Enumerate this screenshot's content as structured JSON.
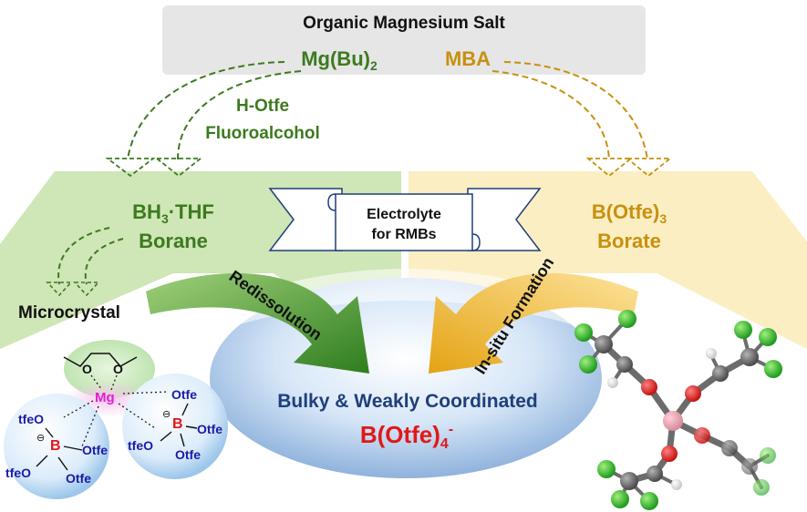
{
  "header": {
    "title": "Organic Magnesium Salt",
    "reagent_left": "Mg(Bu)",
    "reagent_left_sub": "2",
    "reagent_right": "MBA"
  },
  "reagent_note": {
    "line1": "H-Otfe",
    "line2": "Fluoroalcohol"
  },
  "left_panel": {
    "formula_a": "BH",
    "formula_a_sub": "3",
    "formula_b": "·THF",
    "name": "Borane",
    "microcrystal": "Microcrystal",
    "arrow_label": "Redissolution"
  },
  "right_panel": {
    "formula": "B(Otfe)",
    "formula_sub": "3",
    "name": "Borate",
    "arrow_label": "In-situ Formation"
  },
  "scroll": {
    "line1": "Electrolyte",
    "line2": "for RMBs"
  },
  "center": {
    "line": "Bulky & Weakly Coordinated",
    "product": "B(Otfe)",
    "product_sub": "4",
    "product_sup": "-"
  },
  "structure": {
    "metal": "Mg",
    "boron": "B",
    "anion_charge": "⊖",
    "ligands": [
      "tfeO",
      "tfeO",
      "Otfe",
      "Otfe",
      "Otfe",
      "tfeO",
      "Otfe",
      "Otfe"
    ]
  },
  "colors": {
    "green_text": "#3d7a1f",
    "gold_text": "#c8900f",
    "navy_text": "#1f3f7a",
    "red_text": "#e01818",
    "green_panel": "#cfe6b6",
    "yellow_panel": "#fbeec3",
    "header_bg": "#e6e6e6",
    "magenta": "#e020d0",
    "ligand_blue": "#1a1aa8"
  }
}
